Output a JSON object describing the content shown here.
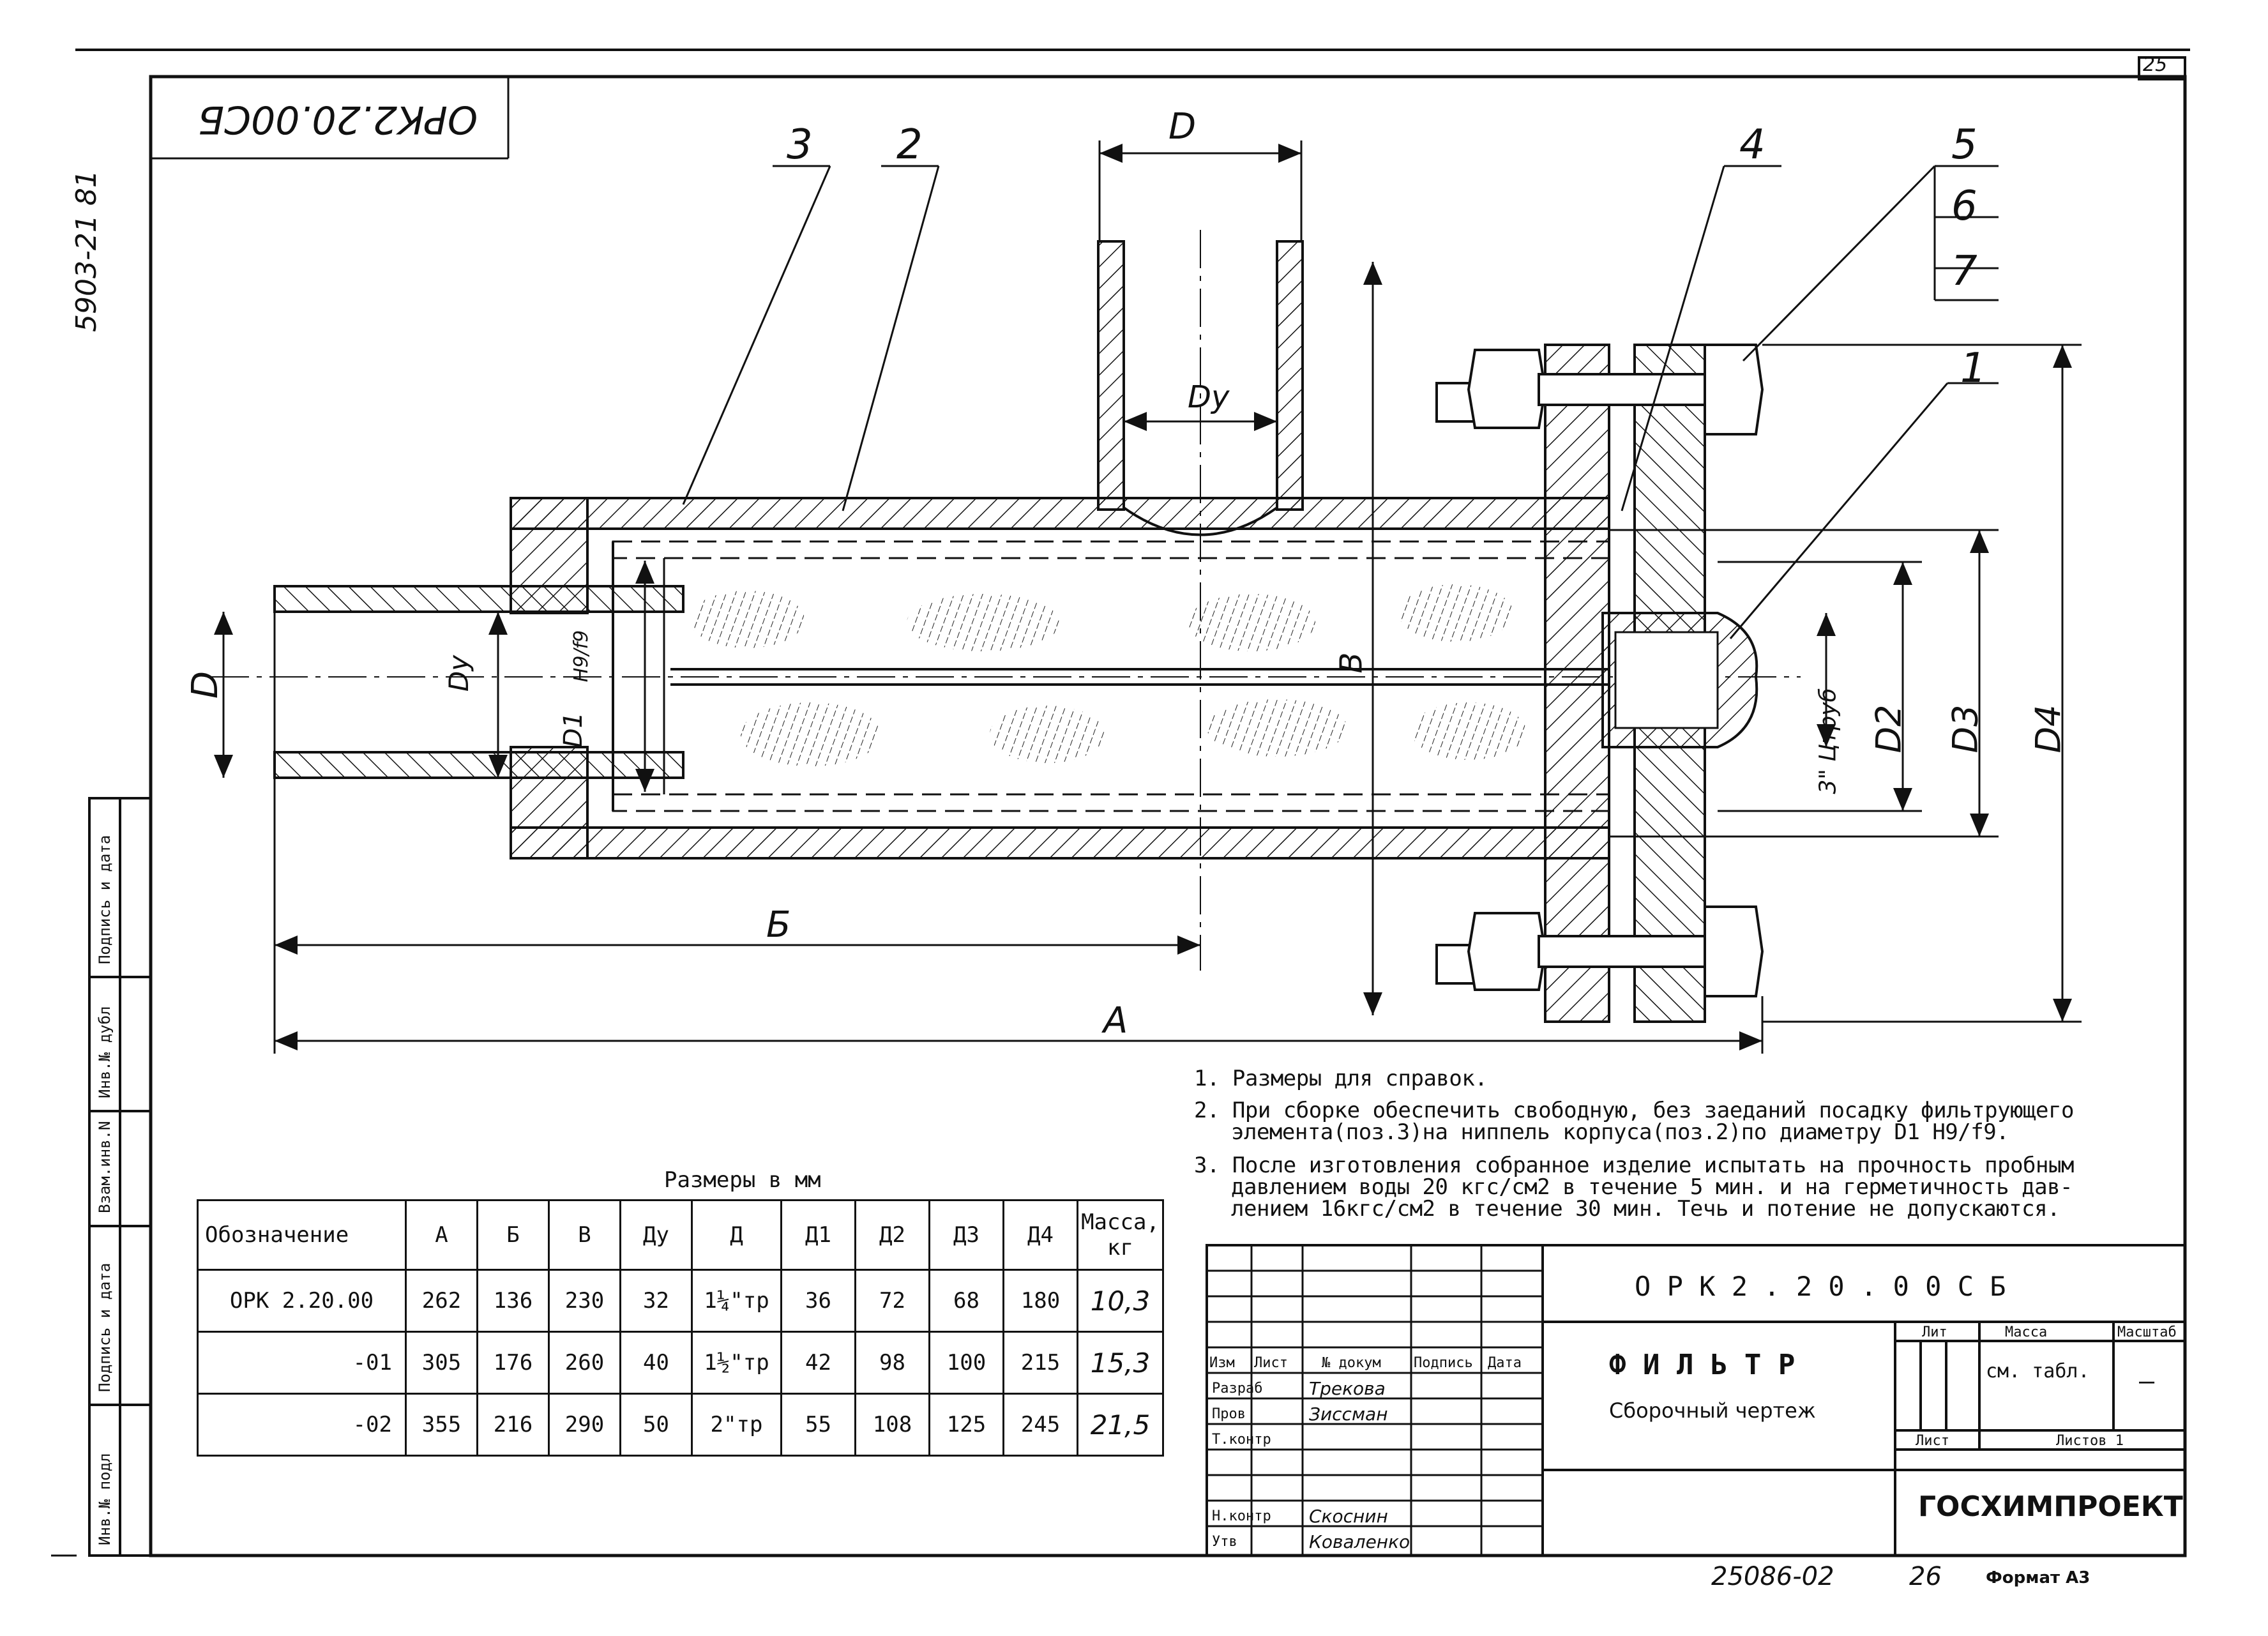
{
  "doc_code": "ОРК2.20.00СБ",
  "corner_number": "25",
  "side_code": "5903-21 81",
  "header_dim_D": "D",
  "positions": [
    "3",
    "2",
    "4",
    "5",
    "6",
    "7",
    "1"
  ],
  "dim_labels": {
    "top_D": "D",
    "left_D": "D",
    "Dy_inlet": "Dy",
    "Dy_top": "Dy",
    "D1": "D1",
    "fit": "H9/f9",
    "B": "B",
    "D2": "D2",
    "D3": "D3",
    "D4": "D4",
    "thread": "3\" Цтруб",
    "Б": "Б",
    "A": "A"
  },
  "notes": [
    "1. Размеры для справок.",
    "2. При сборке обеспечить свободную, без заеданий посадку фильтрующего",
    "элемента(поз.3)на ниппель корпуса(поз.2)по диаметру D1 H9/f9.",
    "3. После изготовления собранное изделие испытать на прочность пробным",
    "давлением воды 20 кгс/см2 в течение 5 мин. и на герметичность дав-",
    "лением 16кгс/см2 в течение 30 мин. Течь и потение не допускаются."
  ],
  "table": {
    "caption": "Размеры в мм",
    "headers": [
      "Обозначение",
      "А",
      "Б",
      "В",
      "Ду",
      "Д",
      "Д1",
      "Д2",
      "Д3",
      "Д4",
      "Масса, кг"
    ],
    "rows": [
      [
        "ОРК 2.20.00",
        "262",
        "136",
        "230",
        "32",
        "1¼\"тр",
        "36",
        "72",
        "68",
        "180",
        "10,3"
      ],
      [
        "-01",
        "305",
        "176",
        "260",
        "40",
        "1½\"тр",
        "42",
        "98",
        "100",
        "215",
        "15,3"
      ],
      [
        "-02",
        "355",
        "216",
        "290",
        "50",
        "2\"тр",
        "55",
        "108",
        "125",
        "245",
        "21,5"
      ]
    ]
  },
  "title_block": {
    "designation": "О Р К   2 . 2 0 . 0 0   С Б",
    "name": "Ф И Л Ь Т Р",
    "subtitle": "Сборочный чертеж",
    "lit_label": "Лит",
    "mass_label": "Масса",
    "scale_label": "Масштаб",
    "mass_value": "см. табл.",
    "scale_value": "—",
    "sheet_label": "Лист",
    "sheets_label": "Листов 1",
    "org": "ГОСХИМПРОЕКТ",
    "row_headers": [
      "Изм",
      "Лист",
      "№ докум",
      "Подпись",
      "Дата"
    ],
    "roles": [
      "Разраб",
      "Пров",
      "Т.контр",
      "",
      "Н.контр",
      "Утв"
    ],
    "names": [
      "Трекова",
      "Зиссман",
      "",
      "",
      "Скоснин",
      "Коваленко"
    ]
  },
  "side_stamp": [
    "Инв.№ подл",
    "Подпись и дата",
    "Взам.инв.N",
    "Инв.№ дубл",
    "Подпись и дата"
  ],
  "footer": {
    "code": "25086-02",
    "page": "26",
    "format": "Формат А3"
  }
}
